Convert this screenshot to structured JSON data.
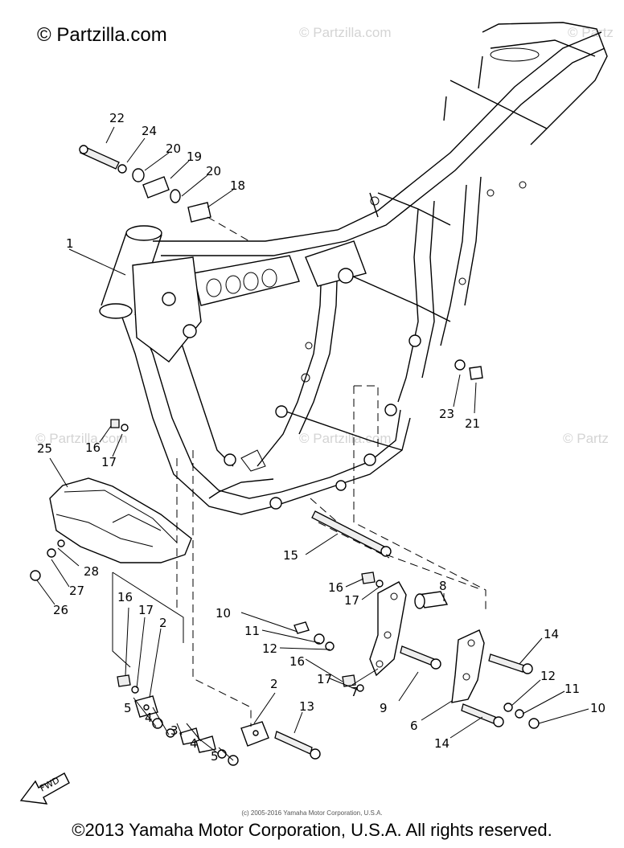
{
  "watermark": {
    "main": "© Partzilla.com",
    "faint": "© Partzilla.com",
    "faint_short": "© Partz"
  },
  "copyright_small": "(c) 2005-2016 Yamaha Motor Corporation, U.S.A.",
  "copyright_main": "©2013 Yamaha Motor Corporation, U.S.A. All rights reserved.",
  "fwd_label": "FWD",
  "callouts": [
    "22",
    "24",
    "20",
    "19",
    "20",
    "18",
    "1",
    "16",
    "17",
    "25",
    "28",
    "27",
    "26",
    "23",
    "21",
    "15",
    "10",
    "11",
    "12",
    "16",
    "17",
    "16",
    "17",
    "8",
    "7",
    "9",
    "14",
    "12",
    "11",
    "10",
    "6",
    "14",
    "16",
    "17",
    "2",
    "5",
    "4",
    "3",
    "4",
    "5",
    "2",
    "13"
  ]
}
